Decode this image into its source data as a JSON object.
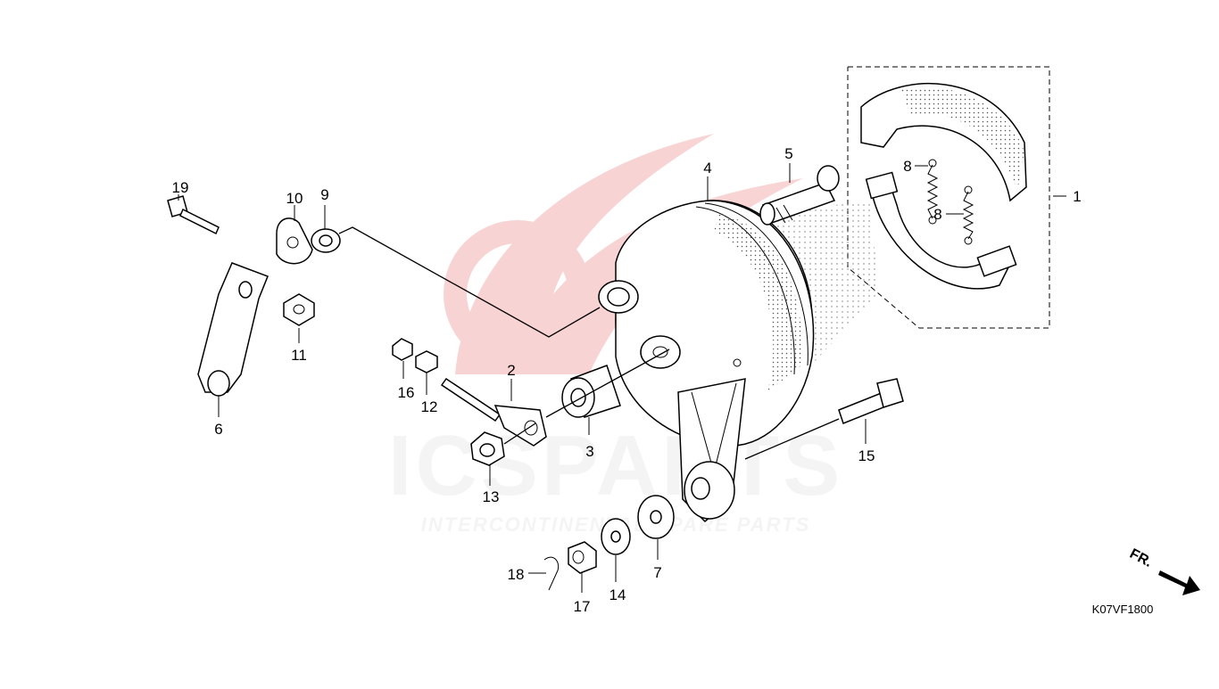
{
  "diagram_code": "K07VF1800",
  "direction_label": "FR.",
  "watermark": {
    "brand": "ICSPARTS",
    "tagline": "INTERCONTINENTAL SPARE PARTS",
    "color": "#e23a3a"
  },
  "callouts": {
    "c1": "1",
    "c2": "2",
    "c3": "3",
    "c4": "4",
    "c5": "5",
    "c6": "6",
    "c7": "7",
    "c8a": "8",
    "c8b": "8",
    "c9": "9",
    "c10": "10",
    "c11": "11",
    "c12": "12",
    "c13": "13",
    "c14": "14",
    "c15": "15",
    "c16": "16",
    "c17": "17",
    "c18": "18",
    "c19": "19"
  }
}
